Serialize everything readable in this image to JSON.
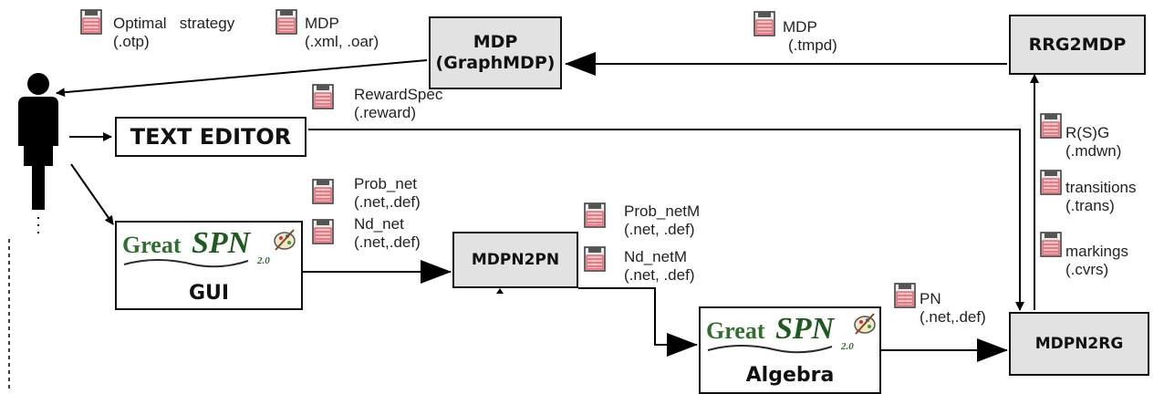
{
  "nodes": {
    "mdp_graph": {
      "line1": "MDP",
      "line2": "(GraphMDP)"
    },
    "rrg2mdp": "RRG2MDP",
    "text_editor": "TEXT EDITOR",
    "gui": "GUI",
    "mdpn2pn": "MDPN2PN",
    "algebra": "Algebra",
    "mdpn2rg": "MDPN2RG"
  },
  "logo": {
    "brand_a": "Great",
    "brand_b": "SPN",
    "version": "2.0"
  },
  "files": {
    "optimal": {
      "name": "Optimal   strategy",
      "ext": "(.otp)"
    },
    "mdp_xml": {
      "name": "MDP",
      "ext": "(.xml, .oar)"
    },
    "mdp_tmpd": {
      "name": "MDP",
      "ext": "(.tmpd)"
    },
    "reward": {
      "name": "RewardSpec",
      "ext": "(.reward)"
    },
    "rsg": {
      "name": "R(S)G",
      "ext": "(.mdwn)"
    },
    "prob_net": {
      "name": "Prob_net",
      "ext": "(.net,.def)"
    },
    "nd_net": {
      "name": "Nd_net",
      "ext": "(.net,.def)"
    },
    "transitions": {
      "name": "transitions",
      "ext": "(.trans)"
    },
    "prob_netm": {
      "name": "Prob_netM",
      "ext": "(.net, .def)"
    },
    "nd_netm": {
      "name": "Nd_netM",
      "ext": "(.net, .def)"
    },
    "markings": {
      "name": "markings",
      "ext": "(.cvrs)"
    },
    "pn": {
      "name": "PN",
      "ext": "(.net,.def)"
    }
  },
  "colors": {
    "box_fill": "#e2e2e2",
    "floppy_red": "#d9313b",
    "logo_green": "#2f6f2f"
  }
}
